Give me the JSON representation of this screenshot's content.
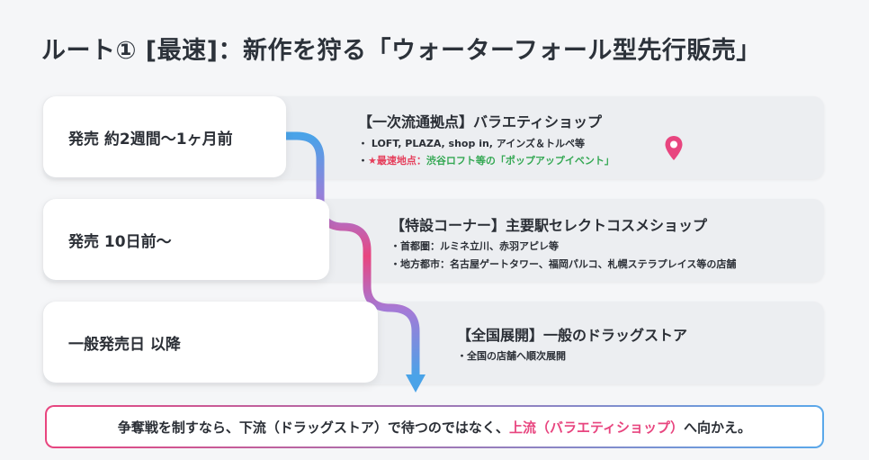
{
  "title": "ルート① [最速]：新作を狩る「ウォーターフォール型先行販売」",
  "stages": [
    {
      "label": "発売  約2週間〜1ヶ月前",
      "heading": "【一次流通拠点】バラエティショップ",
      "bullets": [
        "LOFT, PLAZA, shop in, アインズ＆トルペ等"
      ],
      "highlight": {
        "prefix": "★最速地点：",
        "text": "渋谷ロフト等の「ポップアップイベント」"
      }
    },
    {
      "label": "発売  10日前〜",
      "heading": "【特設コーナー】主要駅セレクトコスメショップ",
      "bullets": [
        "首都圏：ルミネ立川、赤羽アピレ等",
        "地方都市：名古屋ゲートタワー、福岡パルコ、札幌ステラプレイス等の店舗"
      ]
    },
    {
      "label": "一般発売日 以降",
      "heading": "【全国展開】一般のドラッグストア",
      "bullets": [
        "全国の店舗へ順次展開"
      ]
    }
  ],
  "conclusion": {
    "before": "争奪戦を制すなら、下流（ドラッグストア）で待つのではなく、",
    "accent": "上流（バラエティショップ）",
    "after": "へ向かえ。"
  },
  "colors": {
    "accent_pink": "#e8457f",
    "accent_blue": "#4aa3e8",
    "highlight_red": "#e53e5b",
    "highlight_green": "#34a853",
    "pin_icon": "map-pin-icon"
  }
}
